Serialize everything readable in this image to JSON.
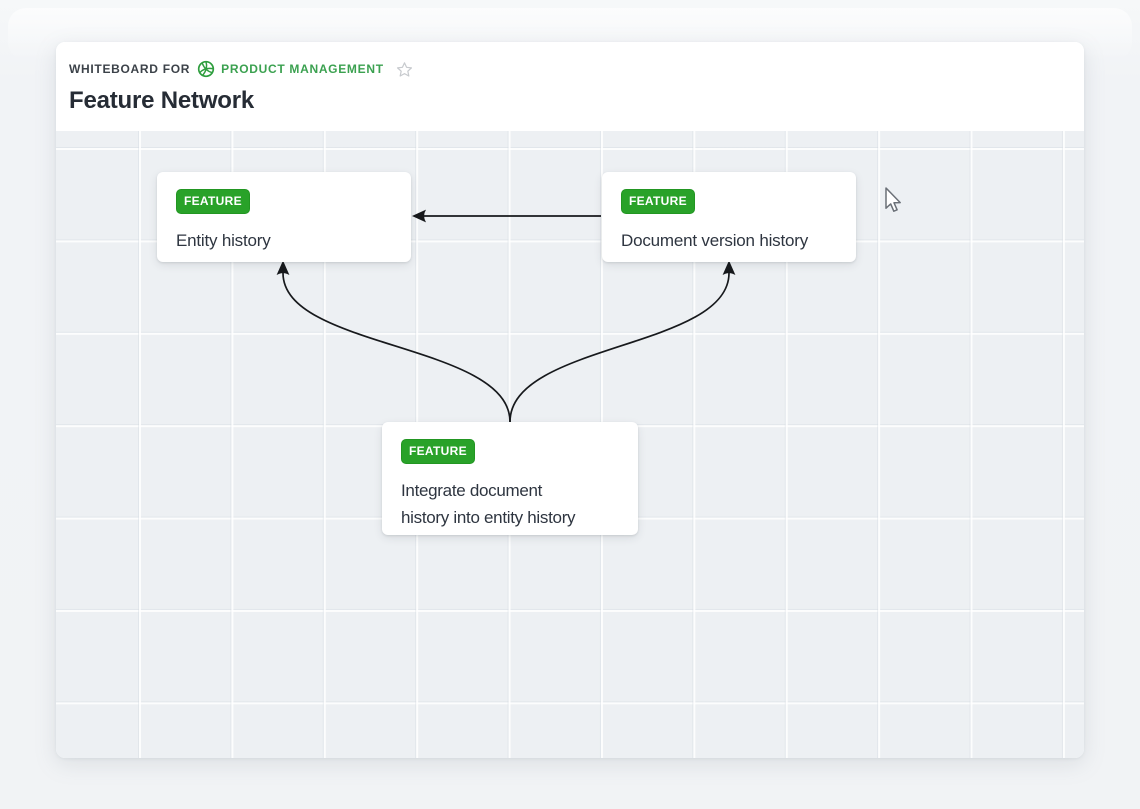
{
  "header": {
    "breadcrumb": {
      "prefix_label": "WHITEBOARD FOR",
      "space_label": "PRODUCT MANAGEMENT"
    },
    "title": "Feature Network"
  },
  "canvas": {
    "cards": [
      {
        "badge": "FEATURE",
        "title": "Entity history"
      },
      {
        "badge": "FEATURE",
        "title": "Document version history"
      },
      {
        "badge": "FEATURE",
        "title": "Integrate document history into entity history",
        "title_lines": [
          "Integrate document",
          "history into entity history"
        ]
      }
    ],
    "connections": [
      {
        "from": "Document version history",
        "to": "Entity history",
        "shape": "straight-horizontal",
        "arrowhead": "left"
      },
      {
        "from": "Integrate document history into entity history",
        "to": "Entity history",
        "shape": "curved",
        "arrowhead": "up"
      },
      {
        "from": "Integrate document history into entity history",
        "to": "Document version history",
        "shape": "curved",
        "arrowhead": "up"
      }
    ]
  },
  "icons": {
    "space_icon": "green-swirl-sphere",
    "star_icon": "star-outline",
    "cursor_icon": "arrow-pointer"
  },
  "colors": {
    "badge_green": "#29a229",
    "space_text_green": "#3ba150",
    "breadcrumb_text": "#3c4249",
    "title_text": "#262c35",
    "card_text": "#2e3540",
    "connector_black": "#17191c",
    "canvas_background": "#edf0f3",
    "page_background": "#f1f3f5",
    "card_background": "#ffffff"
  }
}
